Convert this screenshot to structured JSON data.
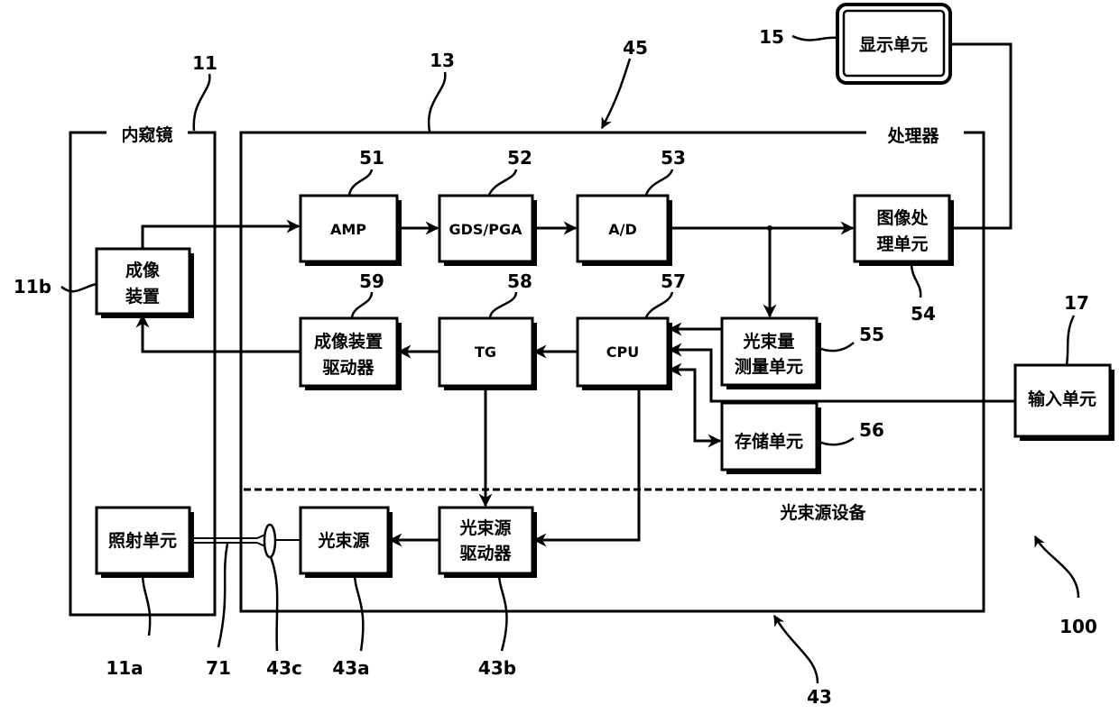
{
  "figure": {
    "containers": {
      "endoscope": {
        "label": "内窥镜",
        "ref": "11"
      },
      "processor": {
        "label": "处理器",
        "ref": "13",
        "ref_arrow": "45"
      },
      "light_source_device": {
        "label": "光束源设备",
        "ref": "43"
      },
      "system": {
        "ref": "100"
      }
    },
    "blocks": {
      "amp": {
        "label": "AMP",
        "ref": "51"
      },
      "gds_pga": {
        "label": "GDS/PGA",
        "ref": "52"
      },
      "ad": {
        "label": "A/D",
        "ref": "53"
      },
      "image_processing": {
        "line1": "图像处",
        "line2": "理单元",
        "ref": "54"
      },
      "light_measure": {
        "line1": "光束量",
        "line2": "测量单元",
        "ref": "55"
      },
      "storage": {
        "label": "存储单元",
        "ref": "56"
      },
      "cpu": {
        "label": "CPU",
        "ref": "57"
      },
      "tg": {
        "label": "TG",
        "ref": "58"
      },
      "imager_driver": {
        "line1": "成像装置",
        "line2": "驱动器",
        "ref": "59"
      },
      "imager": {
        "line1": "成像",
        "line2": "装置",
        "ref": "11b"
      },
      "illumination": {
        "label": "照射单元",
        "ref": "11a"
      },
      "light_source": {
        "label": "光束源",
        "ref": "43a"
      },
      "light_source_driver": {
        "line1": "光束源",
        "line2": "驱动器",
        "ref": "43b"
      },
      "display": {
        "label": "显示单元",
        "ref": "15"
      },
      "input": {
        "label": "输入单元",
        "ref": "17"
      }
    },
    "parts": {
      "light_guide": {
        "ref": "71"
      },
      "lens": {
        "ref": "43c"
      }
    }
  }
}
